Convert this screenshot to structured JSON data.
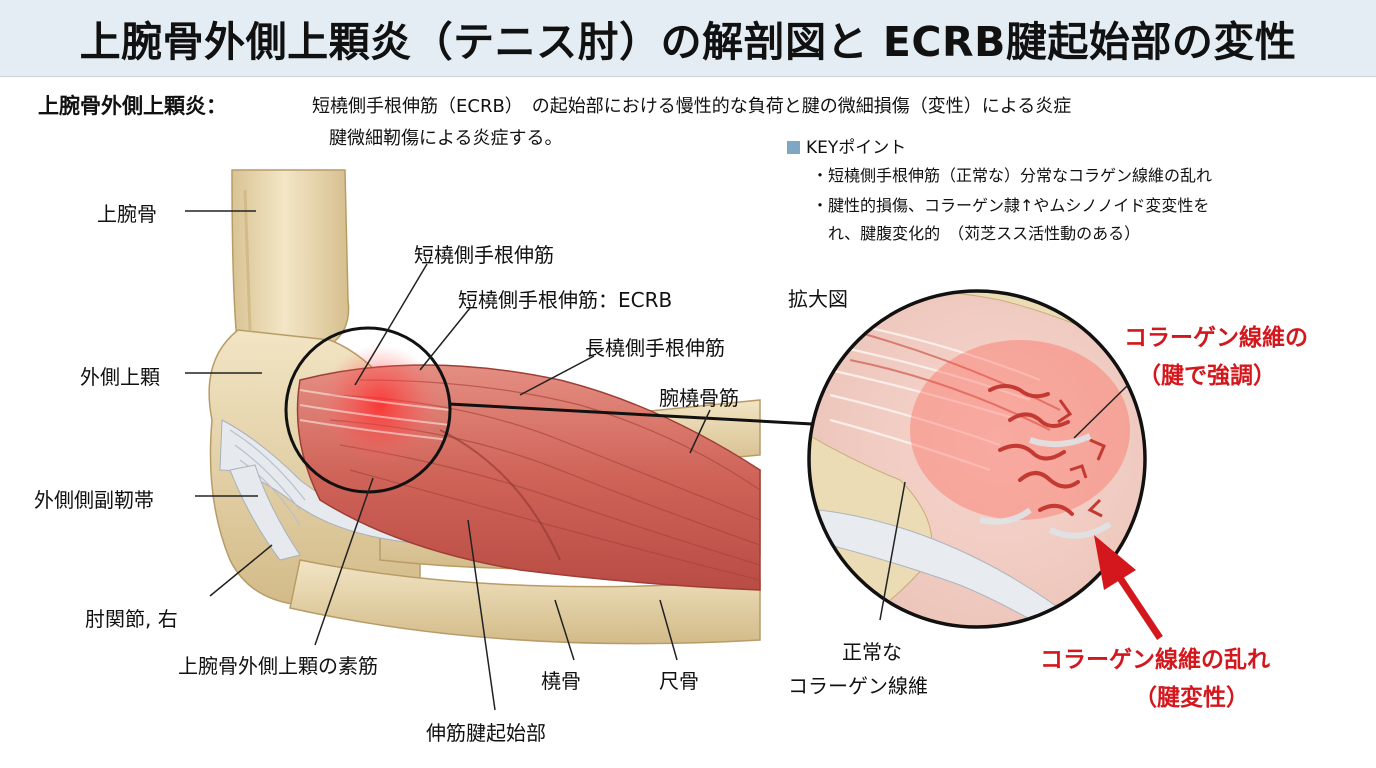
{
  "title": "上腕骨外側上顆炎（テニス肘）の解剖図と ECRB腱起始部の変性",
  "subtitle": "上腕骨外側上顆炎：",
  "definition_line1": "短橈側手根伸筋（ECRB）　の起始部における慢性的な負荷と腱の微細損傷（変性）による炎症",
  "definition_line2": "腱微細靭傷による炎症する。",
  "key_points": {
    "title": "KEYポイント",
    "items": [
      "・短橈側手根伸筋（正常な）分常なコラゲン線維の乱れ",
      "・腱性的損傷、コラーゲン隷↑やムシノノイド変変性を",
      "　れ、腱腹変化的　（苅芝スス活性動のある）"
    ]
  },
  "labels": {
    "humerus": "上腕骨",
    "lateral_epicondyle": "外側上顆",
    "lateral_collateral_ligament": "外側側副靭帯",
    "elbow_joint": "肘関節, 右",
    "common_extensor": "上腕骨外側上顆の素筋",
    "ecrb": "短橈側手根伸筋",
    "ecrb_abbr": "短橈側手根伸筋：ECRB",
    "ecrl": "長橈側手根伸筋",
    "brachioradialis": "腕橈骨筋",
    "radius": "橈骨",
    "ulna": "尺骨",
    "extensor_origin": "伸筋腱起始部",
    "magnified": "拡大図",
    "normal_collagen_line1": "正常な",
    "normal_collagen_line2": "コラーゲン線維",
    "collagen_highlight_line1": "コラーゲン線維の",
    "collagen_highlight_line2": "（腱で強調）",
    "collagen_disorder_line1": "コラーゲン線維の乱れ",
    "collagen_disorder_line2": "（腱変性）"
  },
  "colors": {
    "accent_red": "#d4171d",
    "title_band": "#e3edf3",
    "bone": "#ecdcb6",
    "muscle": "#d8756b",
    "ligament": "#e7eaee",
    "key_square": "#7ea7c3"
  }
}
